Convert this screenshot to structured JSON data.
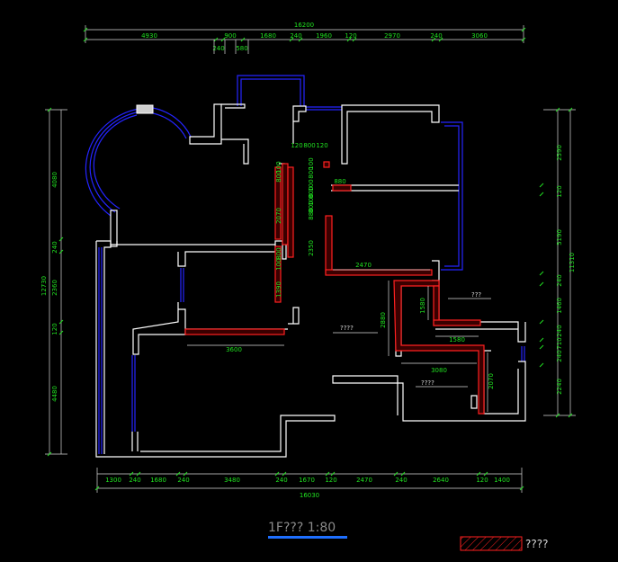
{
  "colors": {
    "background": "#000000",
    "wall": "#ffffff",
    "window": "#2424ff",
    "new_wall": "#ff2020",
    "dimension_text": "#20e020",
    "title_underline": "#1e6fff"
  },
  "dimensions": {
    "top_total": "16200",
    "top": [
      "4930",
      "900",
      "1680",
      "240",
      "1960",
      "120",
      "2970",
      "240",
      "3060"
    ],
    "top_small": [
      "240",
      "580"
    ],
    "bottom_total": "16030",
    "bottom": [
      "1300",
      "240",
      "1680",
      "240",
      "3480",
      "240",
      "1670",
      "120",
      "2470",
      "240",
      "2640",
      "120",
      "1400"
    ],
    "left_total": "12730",
    "left": [
      "4080",
      "240",
      "2360",
      "120",
      "4480"
    ],
    "right_total": "11310",
    "right": [
      "2590",
      "120",
      "5190",
      "240",
      "1460",
      "240",
      "710",
      "240",
      "2240"
    ]
  },
  "inner_dims": [
    "120",
    "800",
    "120",
    "800",
    "100",
    "800",
    "100",
    "800",
    "100",
    "880",
    "2070",
    "800",
    "100",
    "800",
    "100",
    "880",
    "2350",
    "1390",
    "2470",
    "3600",
    "1580",
    "2880",
    "1580",
    "3080",
    "2070"
  ],
  "labels": {
    "room_a": "???",
    "room_b": "????",
    "room_c": "????"
  },
  "title": "1F???  1:80",
  "legend": "????"
}
